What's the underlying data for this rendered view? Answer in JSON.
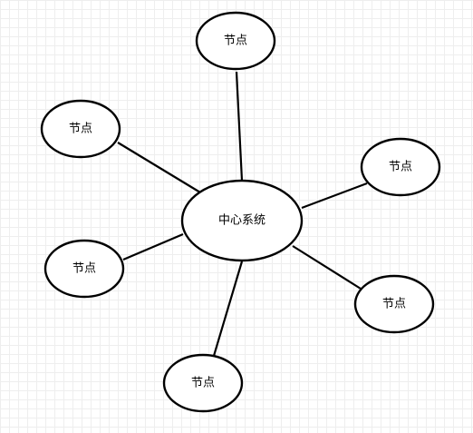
{
  "diagram": {
    "center": {
      "label": "中心系统"
    },
    "nodes": [
      {
        "label": "节点"
      },
      {
        "label": "节点"
      },
      {
        "label": "节点"
      },
      {
        "label": "节点"
      },
      {
        "label": "节点"
      },
      {
        "label": "节点"
      }
    ]
  }
}
